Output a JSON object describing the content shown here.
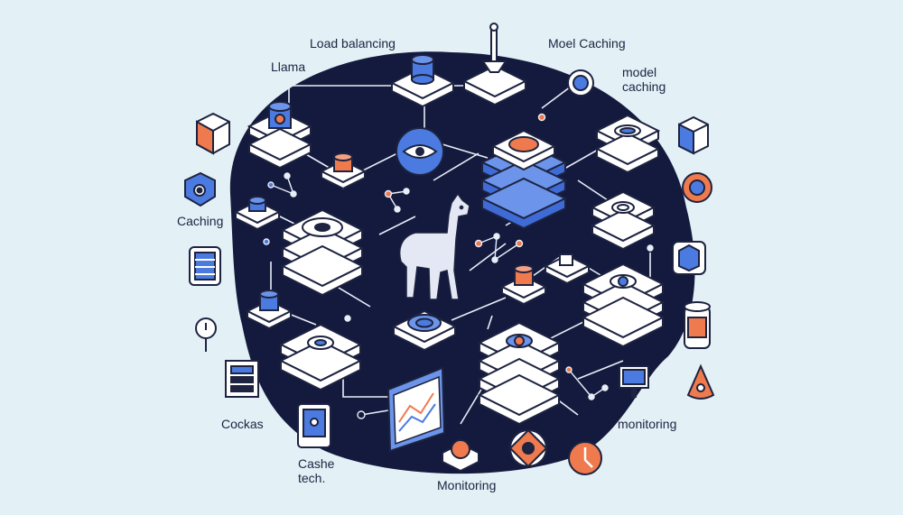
{
  "labels": {
    "load_balancing": "Load balancing",
    "llama": "Llama",
    "moel_caching": "Moel Caching",
    "model_caching_1": "model",
    "model_caching_2": "caching",
    "caching": "Caching",
    "cockas": "Cockas",
    "cashe_1": "Cashe",
    "cashe_2": "tech.",
    "monitoring_right": "monitoring",
    "monitoring_bottom": "Monitoring"
  },
  "colors": {
    "background": "#e3f0f6",
    "hub": "#141a3d",
    "accent_blue": "#4b7be0",
    "accent_orange": "#ef7a4e",
    "outline": "#1d2340",
    "tile": "#ffffff"
  },
  "icons": [
    "llama-icon",
    "eye-icon",
    "server-stack-icon",
    "database-icon",
    "monitor-chart-icon",
    "cube-icon",
    "gauge-icon",
    "clock-icon",
    "cone-icon",
    "router-icon",
    "network-node-icon"
  ]
}
